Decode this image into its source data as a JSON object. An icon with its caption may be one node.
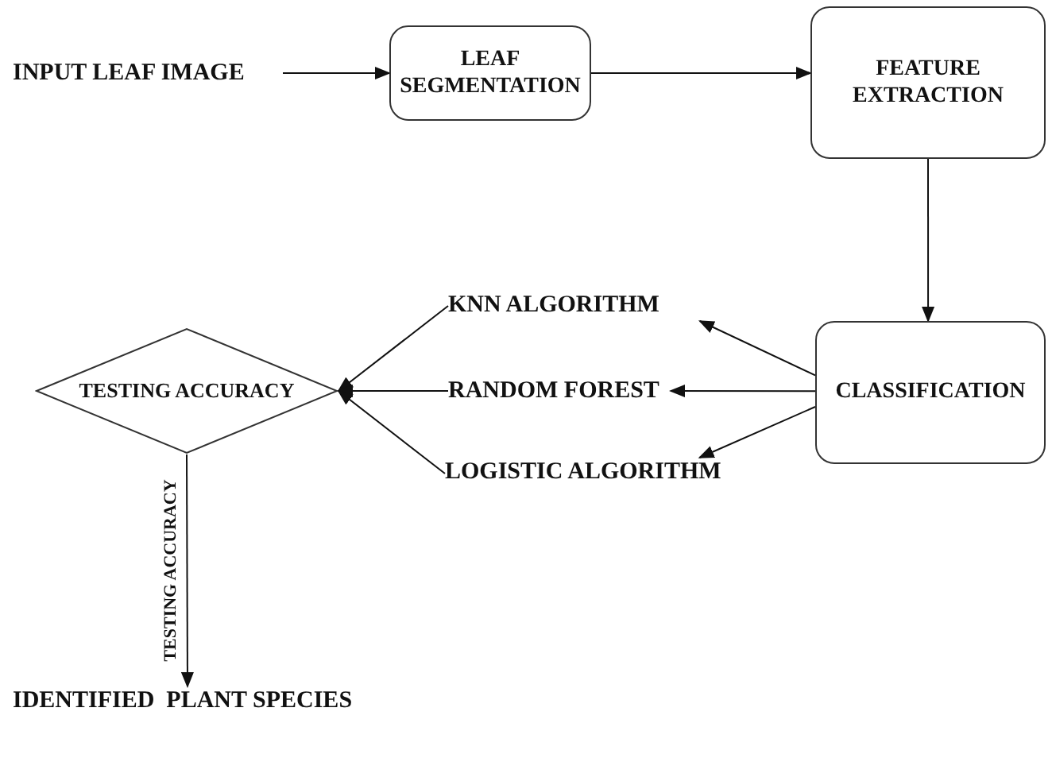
{
  "diagram": {
    "nodes": [
      {
        "text": [
          "INPUT LEAF IMAGE"
        ]
      },
      {
        "text": [
          "LEAF SEGMENTATION"
        ]
      },
      {
        "text": [
          "FEATURE EXTRACTION"
        ]
      },
      {
        "text": [
          "CLASSIFICATION"
        ]
      },
      {
        "text": [
          "KNN ALGORITHM"
        ]
      },
      {
        "text": [
          "RANDOM FOREST"
        ]
      },
      {
        "text": [
          "LOGISTIC ALGORITHM"
        ]
      },
      {
        "text": [
          "TESTING ACCURACY"
        ]
      },
      {
        "text": [
          "IDENTIFIED  PLANT SPECIES"
        ]
      }
    ],
    "edges": [
      {
        "from": 0,
        "to": 1,
        "arrow": "to"
      },
      {
        "from": 1,
        "to": 2,
        "arrow": "to"
      },
      {
        "from": 2,
        "to": 3,
        "arrow": "to"
      },
      {
        "from": 3,
        "to": 4,
        "arrow": "to"
      },
      {
        "from": 3,
        "to": 5,
        "arrow": "to"
      },
      {
        "from": 3,
        "to": 6,
        "arrow": "to"
      },
      {
        "from": 4,
        "to": 7,
        "arrow": "to"
      },
      {
        "from": 5,
        "to": 7,
        "arrow": "to"
      },
      {
        "from": 6,
        "to": 7,
        "arrow": "to"
      },
      {
        "from": 7,
        "to": 8,
        "arrow": "to",
        "label": "TESTING ACCURACY"
      }
    ]
  }
}
